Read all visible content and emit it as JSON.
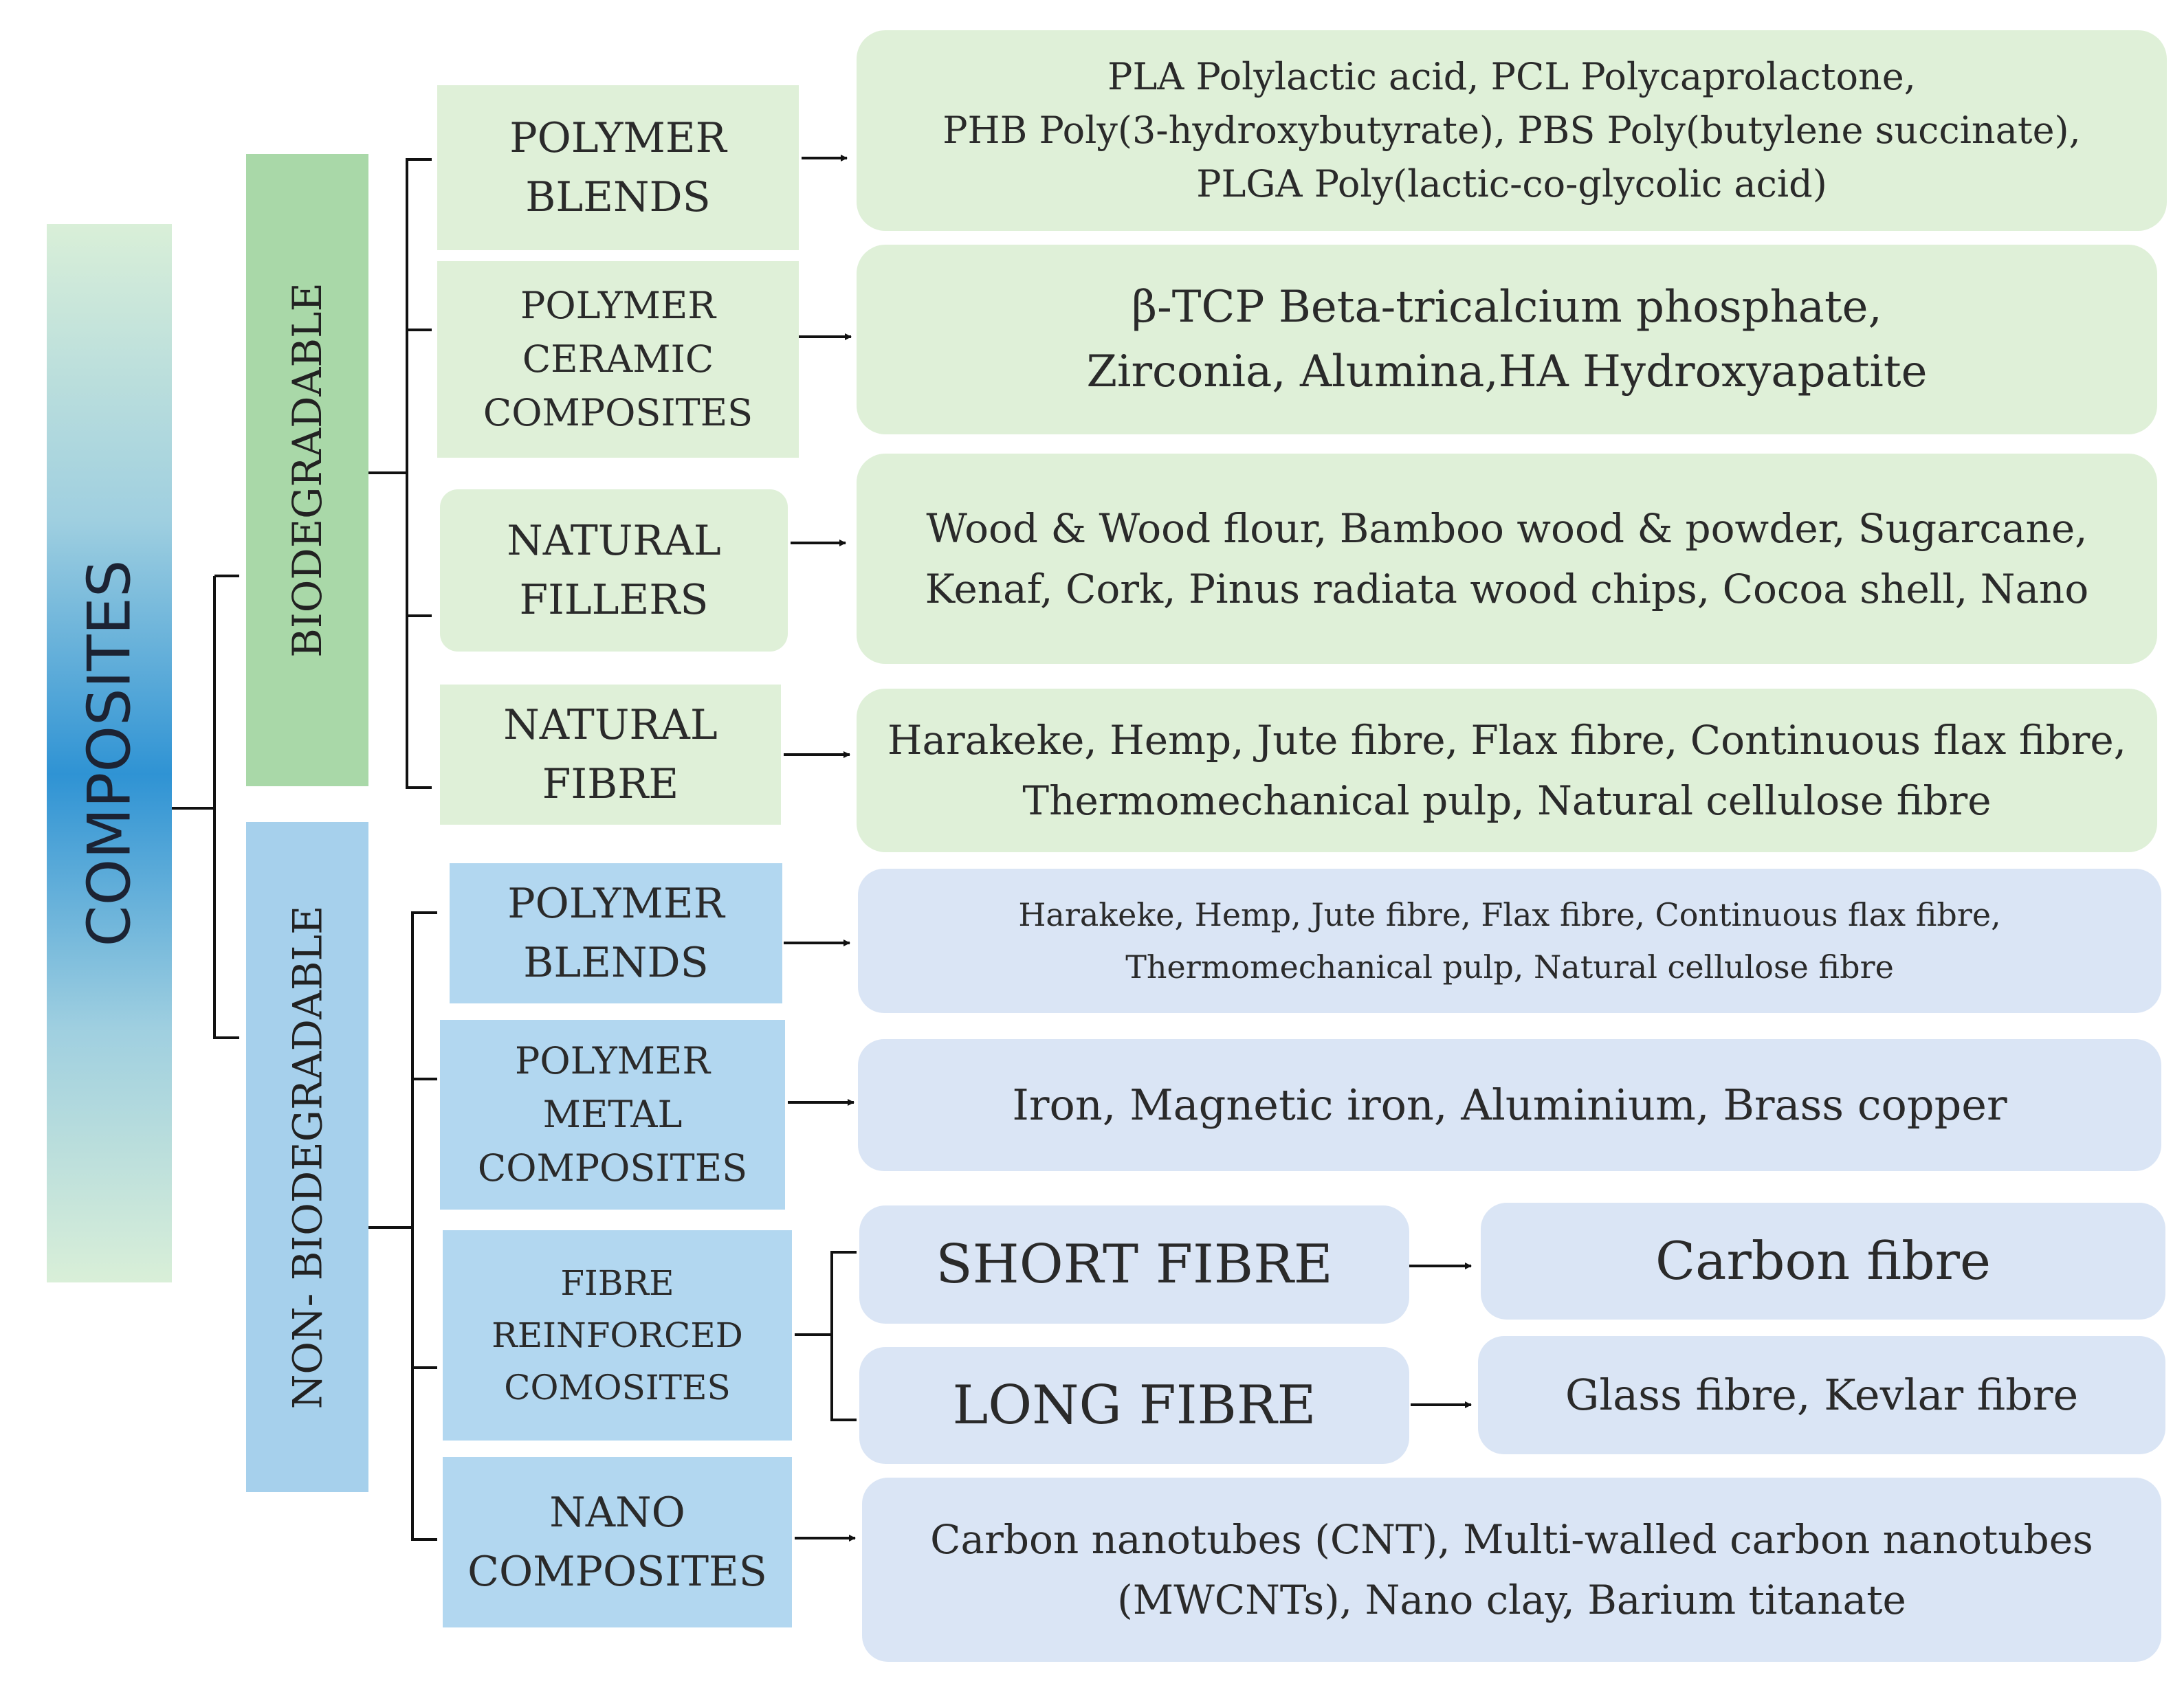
{
  "root": {
    "label": "COMPOSITES"
  },
  "branches": {
    "biodegradable": {
      "label": "BIODEGRADABLE"
    },
    "non_biodegradable": {
      "label": "NON- BIODEGRADABLE"
    }
  },
  "bio_types": [
    {
      "lines": [
        "POLYMER",
        "BLENDS"
      ],
      "examples": [
        "PLA Polylactic acid, PCL Polycaprolactone,",
        "PHB Poly(3-hydroxybutyrate), PBS Poly(butylene succinate),",
        "PLGA Poly(lactic-co-glycolic acid)"
      ]
    },
    {
      "lines": [
        "POLYMER",
        "CERAMIC",
        "COMPOSITES"
      ],
      "examples": [
        "β-TCP Beta-tricalcium phosphate,",
        "Zirconia, Alumina,HA Hydroxyapatite"
      ]
    },
    {
      "lines": [
        "NATURAL",
        "FILLERS"
      ],
      "examples": [
        "Wood & Wood flour, Bamboo wood & powder, Sugarcane,",
        "Kenaf, Cork, Pinus radiata wood chips, Cocoa shell, Nano"
      ]
    },
    {
      "lines": [
        "NATURAL",
        "FIBRE"
      ],
      "examples": [
        "Harakeke, Hemp, Jute fibre, Flax fibre, Continuous flax fibre,",
        "Thermomechanical pulp, Natural cellulose fibre"
      ]
    }
  ],
  "nonbio_types": [
    {
      "lines": [
        "POLYMER",
        "BLENDS"
      ],
      "examples": [
        "Harakeke, Hemp, Jute fibre, Flax fibre, Continuous flax fibre,",
        "Thermomechanical pulp, Natural cellulose fibre"
      ]
    },
    {
      "lines": [
        "POLYMER",
        "METAL",
        "COMPOSITES"
      ],
      "examples": [
        "Iron, Magnetic iron, Aluminium, Brass copper"
      ]
    },
    {
      "lines": [
        "FIBRE",
        "REINFORCED",
        "COMOSITES"
      ],
      "sub": [
        {
          "label": "SHORT FIBRE",
          "example": "Carbon fibre"
        },
        {
          "label": "LONG FIBRE",
          "example": "Glass fibre, Kevlar fibre"
        }
      ]
    },
    {
      "lines": [
        "NANO",
        "COMPOSITES"
      ],
      "examples": [
        "Carbon nanotubes (CNT), Multi-walled carbon nanotubes",
        "(MWCNTs), Nano clay, Barium titanate"
      ]
    }
  ],
  "colors": {
    "bio_branch": "#a9d8a8",
    "bio_box": "#dff0d8",
    "nonbio_branch": "#a6d0ec",
    "nonbio_type_box": "#b2d7f0",
    "nonbio_example_box": "#dae5f5",
    "root_center": "#2f93d4",
    "line": "#111111"
  }
}
